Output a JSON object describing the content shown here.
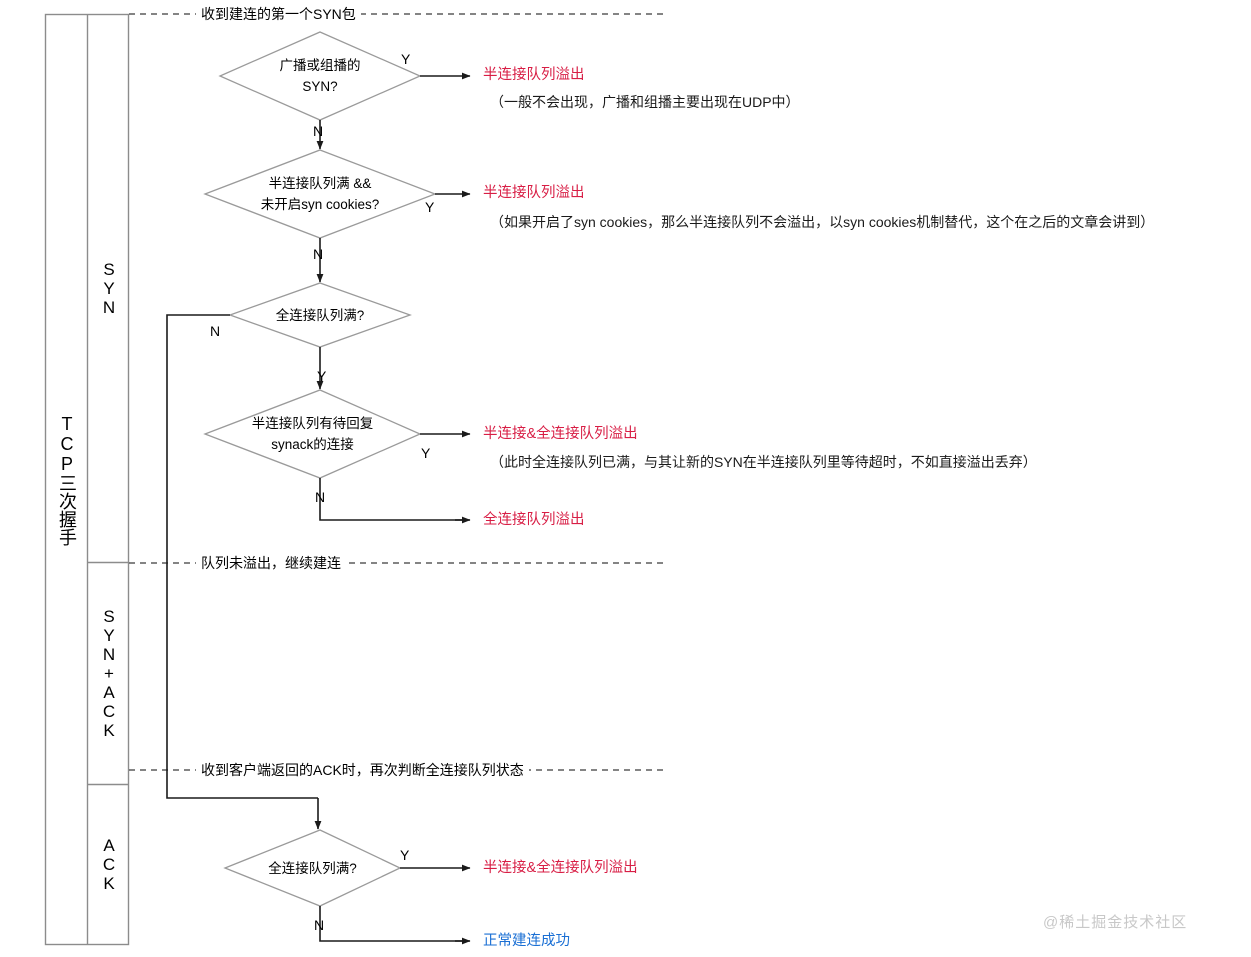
{
  "diagram": {
    "title_vertical": "TCP三次握手",
    "phases": [
      {
        "id": "syn",
        "label": "SYN"
      },
      {
        "id": "synack",
        "label": "SYN+ACK"
      },
      {
        "id": "ack",
        "label": "ACK"
      }
    ],
    "section_captions": [
      {
        "id": "cap-first-syn",
        "text": "收到建连的第一个SYN包"
      },
      {
        "id": "cap-no-overflow",
        "text": "队列未溢出，继续建连"
      },
      {
        "id": "cap-client-ack",
        "text": "收到客户端返回的ACK时，再次判断全连接队列状态"
      }
    ],
    "decisions": [
      {
        "id": "d1",
        "text": "广播或组播的\nSYN?"
      },
      {
        "id": "d2",
        "text": "半连接队列满  &&\n未开启syn cookies?"
      },
      {
        "id": "d3",
        "text": "全连接队列满?"
      },
      {
        "id": "d4",
        "text": "半连接队列有待回复\nsynack的连接"
      },
      {
        "id": "d5",
        "text": "全连接队列满?"
      }
    ],
    "branch_labels": {
      "d1_yes": "Y",
      "d1_no": "N",
      "d2_yes": "Y",
      "d2_no": "N",
      "d3_yes": "Y",
      "d3_no": "N",
      "d4_yes": "Y",
      "d4_no": "N",
      "d5_yes": "Y",
      "d5_no": "N"
    },
    "outcomes": [
      {
        "id": "o1",
        "text": "半连接队列溢出",
        "color": "#d81e45"
      },
      {
        "id": "o2",
        "text": "半连接队列溢出",
        "color": "#d81e45"
      },
      {
        "id": "o3",
        "text": "半连接&全连接队列溢出",
        "color": "#d81e45"
      },
      {
        "id": "o4",
        "text": "全连接队列溢出",
        "color": "#d81e45"
      },
      {
        "id": "o5",
        "text": "半连接&全连接队列溢出",
        "color": "#d81e45"
      },
      {
        "id": "o6",
        "text": "正常建连成功",
        "color": "#1a6fd4"
      }
    ],
    "notes": [
      {
        "id": "n1",
        "text": "（一般不会出现，广播和组播主要出现在UDP中）"
      },
      {
        "id": "n2",
        "text": "（如果开启了syn cookies，那么半连接队列不会溢出，以syn cookies机制替代，这个在之后的文章会讲到）"
      },
      {
        "id": "n3",
        "text": "（此时全连接队列已满，与其让新的SYN在半连接队列里等待超时，不如直接溢出丢弃）"
      }
    ],
    "watermark": "@稀土掘金技术社区",
    "colors": {
      "outcome_red": "#d81e45",
      "outcome_blue": "#1a6fd4",
      "node_stroke": "#9a9a9a",
      "line_stroke": "#1a1a1a",
      "frame_stroke": "#8c8c8c",
      "watermark": "#c8c8c8"
    }
  }
}
